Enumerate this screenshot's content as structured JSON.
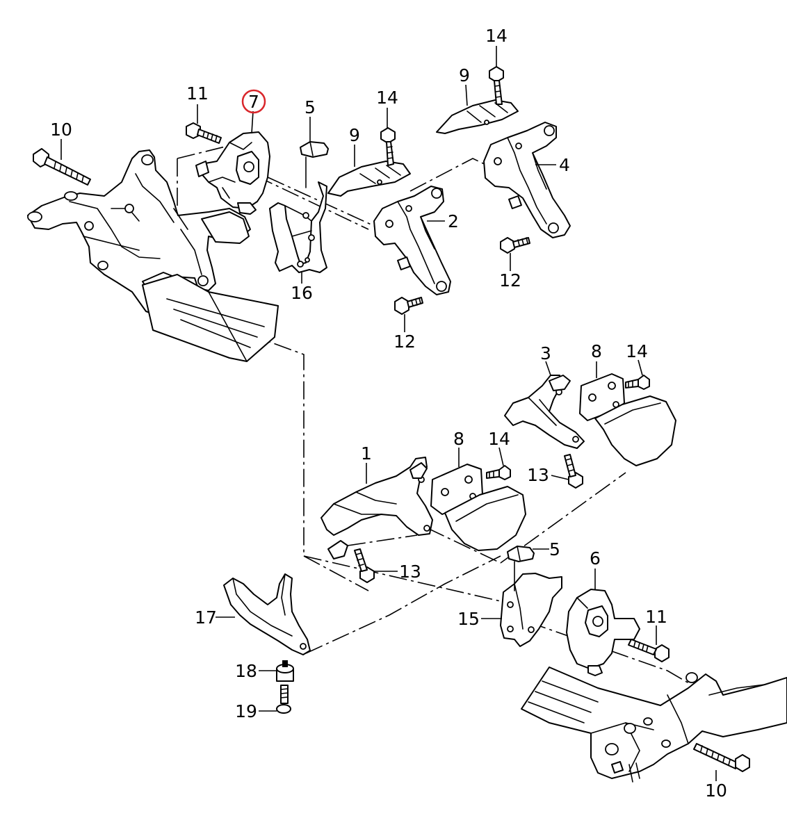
{
  "highlight_color": "#d9262b",
  "callouts": [
    {
      "id": "c10a",
      "label": "10"
    },
    {
      "id": "c11a",
      "label": "11"
    },
    {
      "id": "c7",
      "label": "7",
      "highlighted": true
    },
    {
      "id": "c5a",
      "label": "5"
    },
    {
      "id": "c14a",
      "label": "14"
    },
    {
      "id": "c9a",
      "label": "9"
    },
    {
      "id": "c9b",
      "label": "9"
    },
    {
      "id": "c14b",
      "label": "14"
    },
    {
      "id": "c4",
      "label": "4"
    },
    {
      "id": "c2",
      "label": "2"
    },
    {
      "id": "c12a",
      "label": "12"
    },
    {
      "id": "c12b",
      "label": "12"
    },
    {
      "id": "c16",
      "label": "16"
    },
    {
      "id": "c3",
      "label": "3"
    },
    {
      "id": "c8a",
      "label": "8"
    },
    {
      "id": "c14c",
      "label": "14"
    },
    {
      "id": "c1",
      "label": "1"
    },
    {
      "id": "c8b",
      "label": "8"
    },
    {
      "id": "c14d",
      "label": "14"
    },
    {
      "id": "c13a",
      "label": "13"
    },
    {
      "id": "c13b",
      "label": "13"
    },
    {
      "id": "c5b",
      "label": "5"
    },
    {
      "id": "c6",
      "label": "6"
    },
    {
      "id": "c17",
      "label": "17"
    },
    {
      "id": "c15",
      "label": "15"
    },
    {
      "id": "c11b",
      "label": "11"
    },
    {
      "id": "c18",
      "label": "18"
    },
    {
      "id": "c19",
      "label": "19"
    },
    {
      "id": "c10b",
      "label": "10"
    }
  ]
}
